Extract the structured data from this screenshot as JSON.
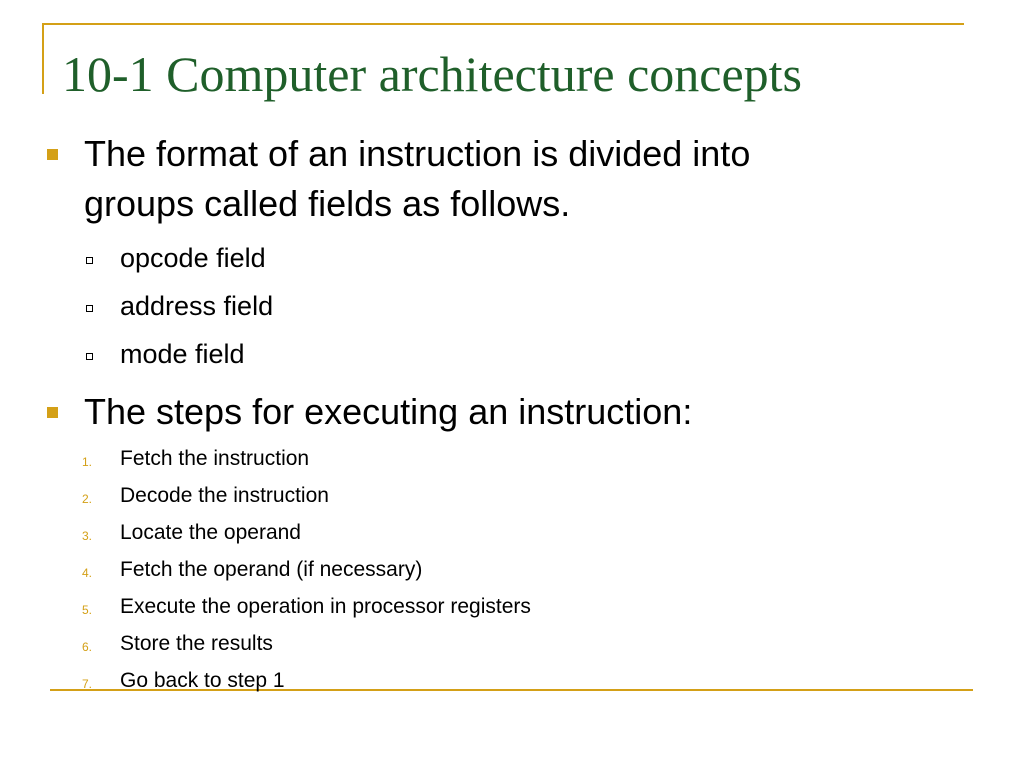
{
  "title": "10-1 Computer architecture concepts",
  "bullet1": {
    "line1": "The format of an instruction is divided into",
    "line2": "groups called fields as follows.",
    "subitems": [
      "opcode field",
      "address field",
      "mode field"
    ]
  },
  "bullet2": {
    "text": "The steps for executing an instruction:",
    "steps": [
      {
        "num": "1.",
        "text": "Fetch the instruction"
      },
      {
        "num": "2.",
        "text": "Decode the instruction"
      },
      {
        "num": "3.",
        "text": "Locate the operand"
      },
      {
        "num": "4.",
        "text": "Fetch the operand (if necessary)"
      },
      {
        "num": "5.",
        "text": "Execute the operation in processor registers"
      },
      {
        "num": "6.",
        "text": "Store the results"
      },
      {
        "num": "7.",
        "text": "Go back to step 1"
      }
    ]
  },
  "colors": {
    "accent": "#d4a017",
    "title": "#1f5f2a",
    "text": "#000000"
  }
}
